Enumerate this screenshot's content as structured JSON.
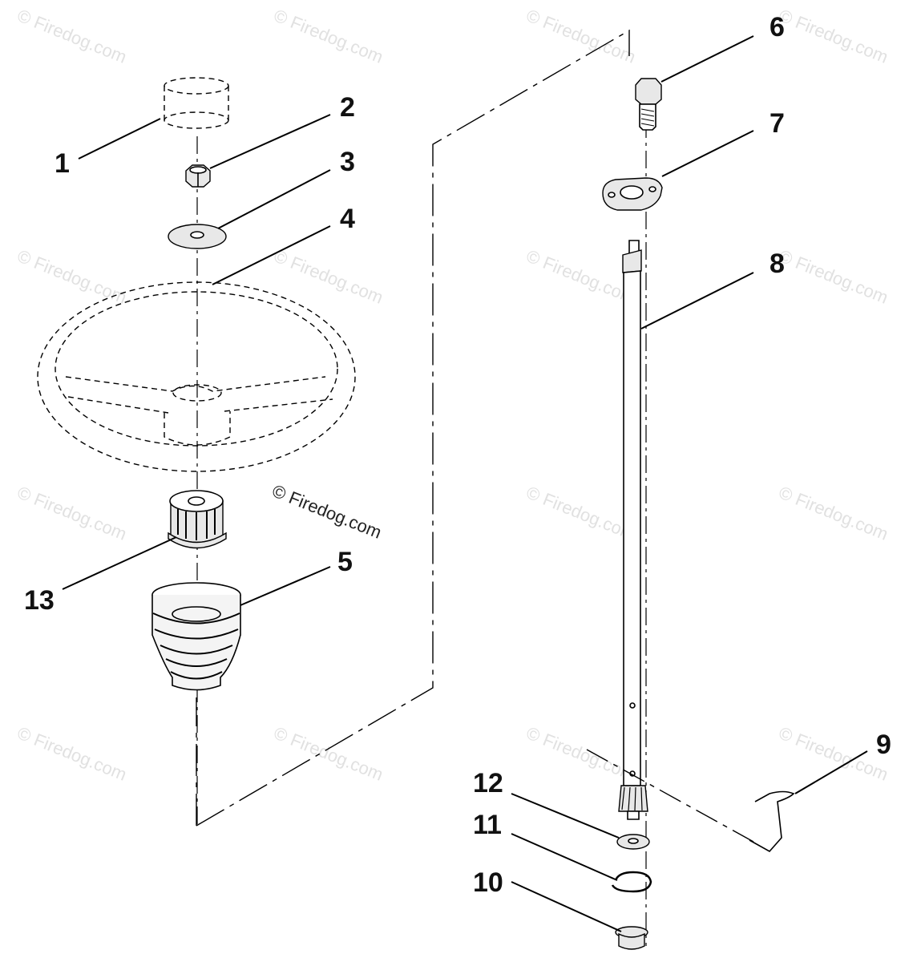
{
  "watermark": {
    "text": "© Firedog.com",
    "main_text": "© Firedog.com"
  },
  "callouts": {
    "c1": "1",
    "c2": "2",
    "c3": "3",
    "c4": "4",
    "c5": "5",
    "c6": "6",
    "c7": "7",
    "c8": "8",
    "c9": "9",
    "c10": "10",
    "c11": "11",
    "c12": "12",
    "c13": "13"
  }
}
